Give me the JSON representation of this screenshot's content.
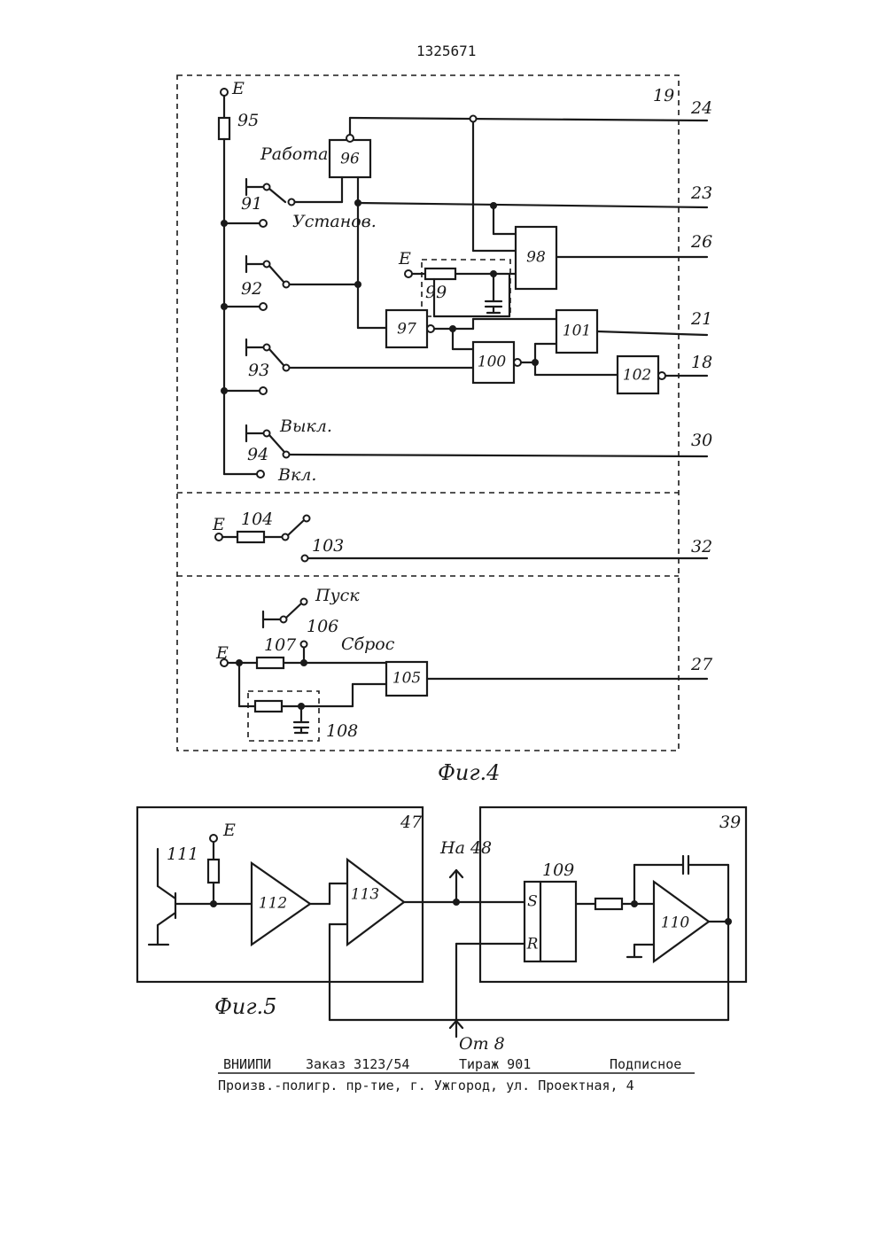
{
  "header": {
    "patent_number": "1325671"
  },
  "fig4": {
    "caption": "Фиг.4",
    "frame_label": "19",
    "supply": "E",
    "resistor_95": "95",
    "switches": {
      "s91": "91",
      "s92": "92",
      "s93": "93",
      "s94": "94",
      "work": "Работа",
      "setup": "Установ.",
      "off": "Выкл.",
      "on": "Вкл."
    },
    "blocks": {
      "b96": "96",
      "b97": "97",
      "b98": "98",
      "b99": "99",
      "b100": "100",
      "b101": "101",
      "b102": "102",
      "b105": "105"
    },
    "outputs": {
      "o24": "24",
      "o23": "23",
      "o26": "26",
      "o21": "21",
      "o18": "18",
      "o30": "30",
      "o32": "32",
      "o27": "27"
    },
    "bottom": {
      "r104": "104",
      "s103": "103",
      "start": "Пуск",
      "s106": "106",
      "r107": "107",
      "reset": "Сброс",
      "c108": "108"
    }
  },
  "fig5": {
    "caption": "Фиг.5",
    "frame_47": "47",
    "frame_39": "39",
    "supply": "E",
    "transistor": "111",
    "amp_112": "112",
    "amp_113": "113",
    "to_48": "На 48",
    "from_8": "От 8",
    "trigger": "109",
    "s_pin": "S",
    "r_pin": "R",
    "amp_110": "110"
  },
  "footer": {
    "org": "ВНИИПИ",
    "order": "Заказ 3123/54",
    "print_run": "Тираж 901",
    "subscription": "Подписное",
    "address": "Произв.-полигр. пр-тие, г. Ужгород, ул. Проектная, 4"
  }
}
